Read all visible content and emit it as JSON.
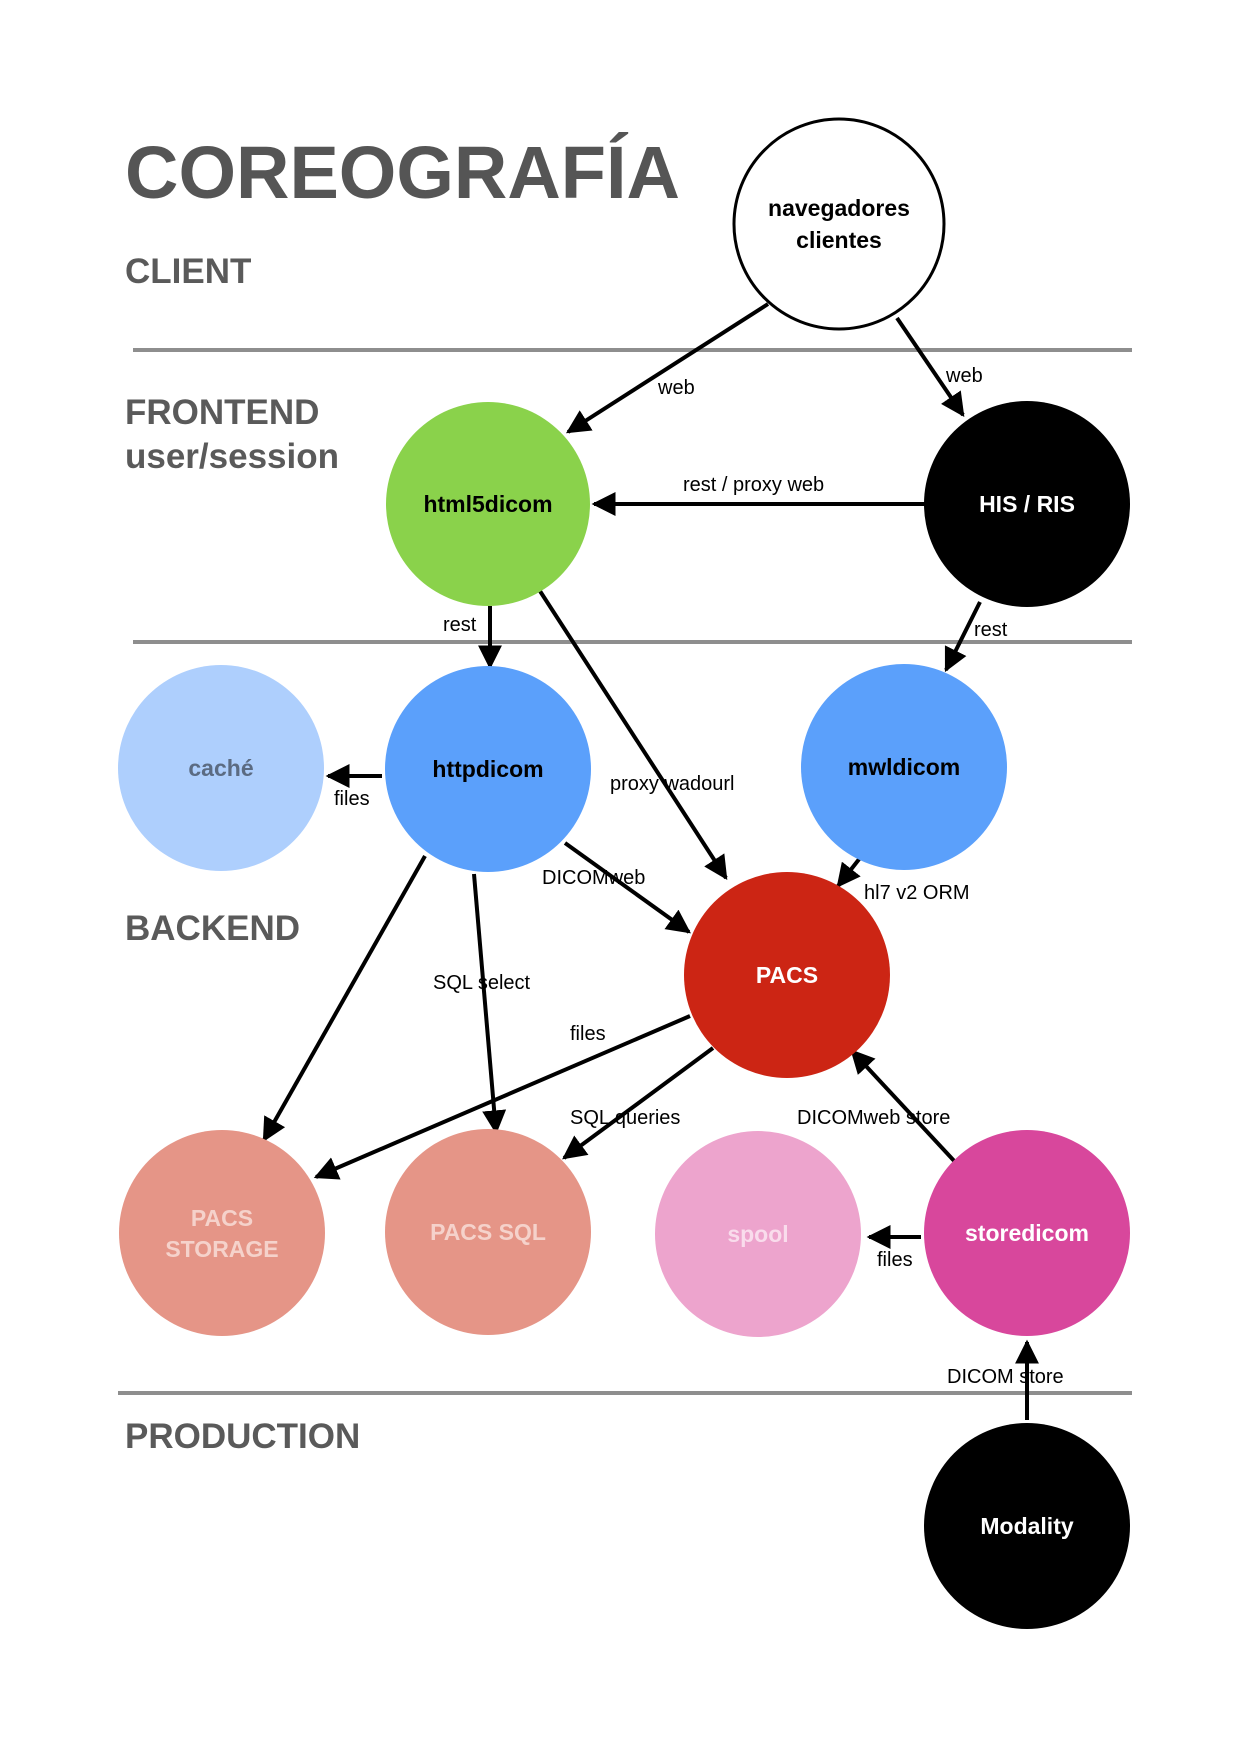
{
  "title": "COREOGRAFÍA",
  "sections": {
    "client": "CLIENT",
    "frontend_line1": "FRONTEND",
    "frontend_line2": "user/session",
    "backend": "BACKEND",
    "production": "PRODUCTION"
  },
  "nodes": {
    "navegadores": {
      "line1": "navegadores",
      "line2": "clientes",
      "fill": "#ffffff",
      "stroke": "#000000",
      "text": "#000000"
    },
    "html5dicom": {
      "label": "html5dicom",
      "fill": "#8ad24b",
      "text": "#000000"
    },
    "his_ris": {
      "label": "HIS  / RIS",
      "fill": "#000000",
      "text": "#ffffff"
    },
    "cache": {
      "label": "caché",
      "fill": "#aecffd",
      "text": "#5b6b82"
    },
    "httpdicom": {
      "label": "httpdicom",
      "fill": "#5ba0fb",
      "text": "#000000"
    },
    "mwldicom": {
      "label": "mwldicom",
      "fill": "#5ba0fb",
      "text": "#000000"
    },
    "pacs": {
      "label": "PACS",
      "fill": "#cc2514",
      "text": "#ffffff"
    },
    "pacs_storage": {
      "line1": "PACS",
      "line2": "STORAGE",
      "fill": "#e59587",
      "text": "#f5d2cb"
    },
    "pacs_sql": {
      "label": "PACS SQL",
      "fill": "#e59587",
      "text": "#f5d2cb"
    },
    "spool": {
      "label": "spool",
      "fill": "#eda4cd",
      "text": "#f9dcec"
    },
    "storedicom": {
      "label": "storedicom",
      "fill": "#d8479c",
      "text": "#ffffff"
    },
    "modality": {
      "label": "Modality",
      "fill": "#000000",
      "text": "#ffffff"
    }
  },
  "edges": {
    "web_left": "web",
    "web_right": "web",
    "rest_proxy_web": "rest / proxy web",
    "rest_html5": "rest",
    "rest_his": "rest",
    "files_cache": "files",
    "proxy_wadourl": "proxy wadourl",
    "dicomweb": "DICOMweb",
    "hl7_orm": "hl7 v2 ORM",
    "sql_select": "SQL select",
    "files_pacs": "files",
    "sql_queries": "SQL  queries",
    "dicomweb_store": "DICOMweb store",
    "files_spool": "files",
    "dicom_store": "DICOM store"
  }
}
